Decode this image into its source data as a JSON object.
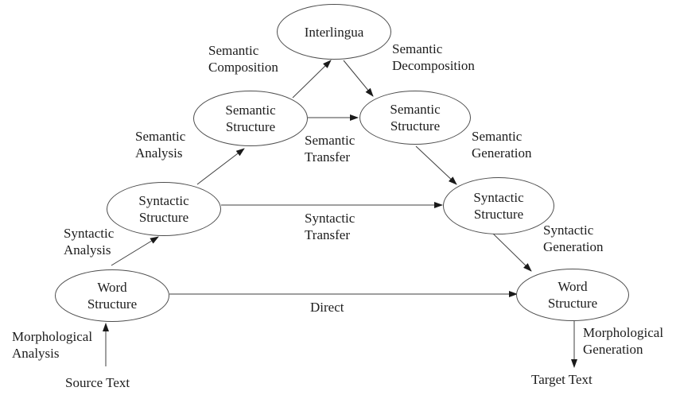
{
  "diagram": {
    "title_semantic": "Vauquois machine translation triangle",
    "colors": {
      "background": "#ffffff",
      "ellipse_stroke": "#4d4d4d",
      "line_stroke": "#3f3f3f",
      "arrowhead": "#1a1a1a",
      "text": "#1c1c1c"
    },
    "nodes": {
      "interlingua": {
        "label": "Interlingua"
      },
      "semantic_left": {
        "label": "Semantic\nStructure"
      },
      "semantic_right": {
        "label": "Semantic\nStructure"
      },
      "syntactic_left": {
        "label": "Syntactic\nStructure"
      },
      "syntactic_right": {
        "label": "Syntactic\nStructure"
      },
      "word_left": {
        "label": "Word\nStructure"
      },
      "word_right": {
        "label": "Word\nStructure"
      }
    },
    "edge_labels": {
      "semantic_composition": "Semantic\nComposition",
      "semantic_decomposition": "Semantic\nDecomposition",
      "semantic_analysis": "Semantic\nAnalysis",
      "semantic_transfer": "Semantic\nTransfer",
      "semantic_generation": "Semantic\nGeneration",
      "syntactic_analysis": "Syntactic\nAnalysis",
      "syntactic_transfer": "Syntactic\nTransfer",
      "syntactic_generation": "Syntactic\nGeneration",
      "direct": "Direct",
      "morphological_analysis": "Morphological\nAnalysis",
      "morphological_generation": "Morphological\nGeneration"
    },
    "terminals": {
      "source_text": "Source Text",
      "target_text": "Target Text"
    },
    "edges": [
      {
        "name": "morphological-analysis-arrow",
        "from": "source-text",
        "to": "word-left"
      },
      {
        "name": "syntactic-analysis-arrow",
        "from": "word-left",
        "to": "syntactic-left"
      },
      {
        "name": "semantic-analysis-arrow",
        "from": "syntactic-left",
        "to": "semantic-left"
      },
      {
        "name": "semantic-composition-arrow",
        "from": "semantic-left",
        "to": "interlingua"
      },
      {
        "name": "semantic-decomposition-arrow",
        "from": "interlingua",
        "to": "semantic-right"
      },
      {
        "name": "semantic-transfer-arrow",
        "from": "semantic-left",
        "to": "semantic-right"
      },
      {
        "name": "syntactic-transfer-arrow",
        "from": "syntactic-left",
        "to": "syntactic-right"
      },
      {
        "name": "direct-arrow",
        "from": "word-left",
        "to": "word-right"
      },
      {
        "name": "semantic-generation-arrow",
        "from": "semantic-right",
        "to": "syntactic-right"
      },
      {
        "name": "syntactic-generation-arrow",
        "from": "syntactic-right",
        "to": "word-right"
      },
      {
        "name": "morphological-generation-arrow",
        "from": "word-right",
        "to": "target-text"
      }
    ]
  }
}
